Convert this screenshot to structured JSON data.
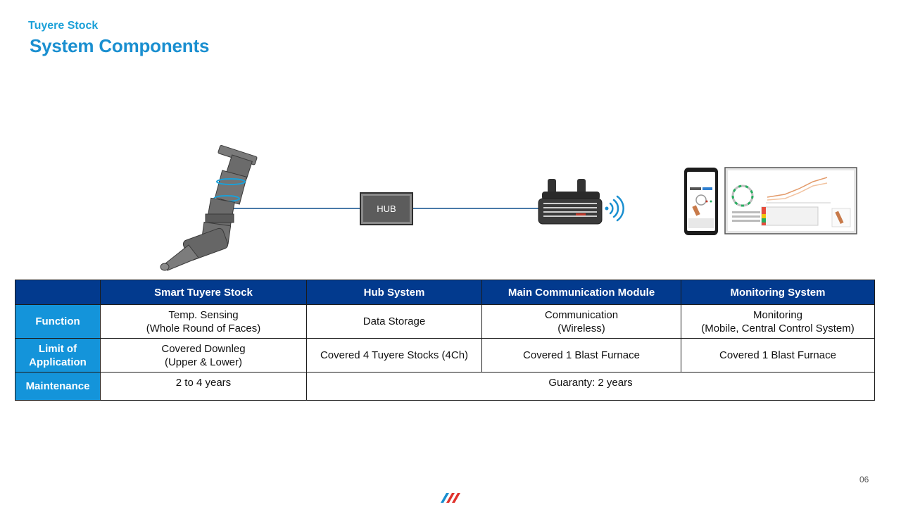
{
  "header": {
    "kicker": "Tuyere Stock",
    "title": "System Components"
  },
  "diagram": {
    "hub_label": "HUB",
    "link_color": "#4a7aa8"
  },
  "table": {
    "columns": [
      "Smart Tuyere Stock",
      "Hub System",
      "Main Communication Module",
      "Monitoring System"
    ],
    "rows": {
      "function": {
        "label": "Function",
        "c1": [
          "Temp. Sensing",
          "(Whole Round of Faces)"
        ],
        "c2": "Data Storage",
        "c3": [
          "Communication",
          "(Wireless)"
        ],
        "c4": [
          "Monitoring",
          "(Mobile, Central Control System)"
        ]
      },
      "limit": {
        "label": [
          "Limit of",
          "Application"
        ],
        "c1": [
          "Covered Downleg",
          "(Upper & Lower)"
        ],
        "c2": "Covered 4 Tuyere Stocks (4Ch)",
        "c3": "Covered 1 Blast Furnace",
        "c4": "Covered 1 Blast Furnace"
      },
      "maintenance": {
        "label": "Maintenance",
        "c1": "2 to 4 years",
        "merged": "Guaranty:  2 years"
      }
    },
    "colors": {
      "header_bg": "#023a8e",
      "rowhead_bg": "#1494da"
    }
  },
  "footer": {
    "page_number": "06"
  }
}
